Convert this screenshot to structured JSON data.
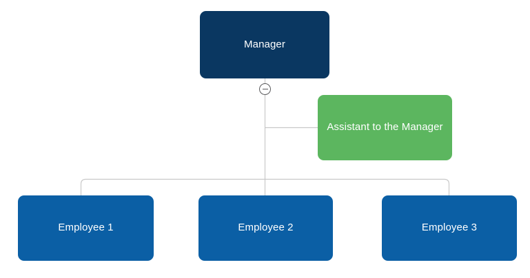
{
  "chart": {
    "type": "org-chart",
    "background_color": "#ffffff",
    "connector_color": "#c8c8c8",
    "nodes": [
      {
        "id": "manager",
        "label": "Manager",
        "role": "root",
        "color": "#0a3761",
        "text_color": "#ffffff"
      },
      {
        "id": "assistant",
        "label": "Assistant to the Manager",
        "role": "assistant",
        "color": "#5cb65f",
        "text_color": "#ffffff"
      },
      {
        "id": "employee-1",
        "label": "Employee 1",
        "role": "subordinate",
        "color": "#0b5fa5",
        "text_color": "#ffffff"
      },
      {
        "id": "employee-2",
        "label": "Employee 2",
        "role": "subordinate",
        "color": "#0b5fa5",
        "text_color": "#ffffff"
      },
      {
        "id": "employee-3",
        "label": "Employee 3",
        "role": "subordinate",
        "color": "#0b5fa5",
        "text_color": "#ffffff"
      }
    ],
    "edges": [
      {
        "from": "manager",
        "to": "assistant"
      },
      {
        "from": "manager",
        "to": "employee-1"
      },
      {
        "from": "manager",
        "to": "employee-2"
      },
      {
        "from": "manager",
        "to": "employee-3"
      }
    ]
  },
  "controls": {
    "collapse_toggle": {
      "icon": "minus-circle-icon",
      "state": "expanded",
      "tooltip": "Collapse"
    }
  }
}
